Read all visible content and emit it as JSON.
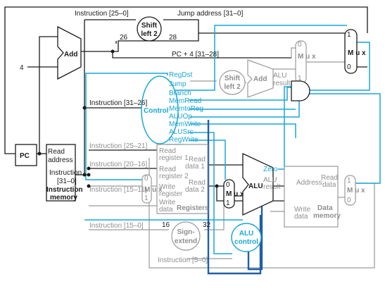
{
  "colors": {
    "control": "#1aa6d6",
    "active_path": "#1a1a1a",
    "inactive_path": "#9a9a9a",
    "alu_control_bus": "#1f5fa8"
  },
  "labels": {
    "instr_25_0": "Instruction [25–0]",
    "shift_left2_top": "Shift",
    "shift_left2_bot": "left 2",
    "jump_address": "Jump address [31–0]",
    "n26": "26",
    "n28": "28",
    "pc4": "PC + 4 [31–28]",
    "add1": "Add",
    "four": "4",
    "pc": "PC",
    "read_address": "Read",
    "read_address2": "address",
    "instruction": "Instruction",
    "instruction_range": "[31–0]",
    "instruction_memory1": "Instruction",
    "instruction_memory2": "memory",
    "instr_31_26": "Instruction [31–26]",
    "control": "Control",
    "regdst": "RegDst",
    "jump": "Jump",
    "branch": "Branch",
    "memread": "MemRead",
    "memtoreg": "MemtoReg",
    "aluop": "ALUOp",
    "memwrite": "MemWrite",
    "alusrc": "ALUSrc",
    "regwrite": "RegWrite",
    "shift2_top": "Shift",
    "shift2_bot": "left 2",
    "add2": "Add",
    "alu_result_top": "ALU",
    "alu_result_bot": "result",
    "instr_25_21": "Instruction [25–21]",
    "instr_20_16": "Instruction [20–16]",
    "instr_15_11": "Instruction [15–11]",
    "instr_15_0": "Instruction [15–0]",
    "instr_5_0": "Instruction [5–0]",
    "read_reg1a": "Read",
    "read_reg1b": "register 1",
    "read_reg2a": "Read",
    "read_reg2b": "register 2",
    "write_reg_a": "Write",
    "write_reg_b": "register",
    "write_data_a": "Write",
    "write_data_b": "data",
    "read_data1a": "Read",
    "read_data1b": "data 1",
    "read_data2a": "Read",
    "read_data2b": "data 2",
    "registers": "Registers",
    "n16": "16",
    "n32": "32",
    "sign": "Sign-",
    "extend": "extend",
    "zero": "Zero",
    "alu_main": "ALU",
    "alu_res_main_a": "ALU",
    "alu_res_main_b": "result",
    "alu_control1": "ALU",
    "alu_control2": "control",
    "address": "Address",
    "mem_read_data_a": "Read",
    "mem_read_data_b": "data",
    "mem_write_data_a": "Write",
    "mem_write_data_b": "data",
    "data_memory1": "Data",
    "data_memory2": "memory",
    "mux": "M u x",
    "mux_0": "0",
    "mux_1": "1"
  }
}
